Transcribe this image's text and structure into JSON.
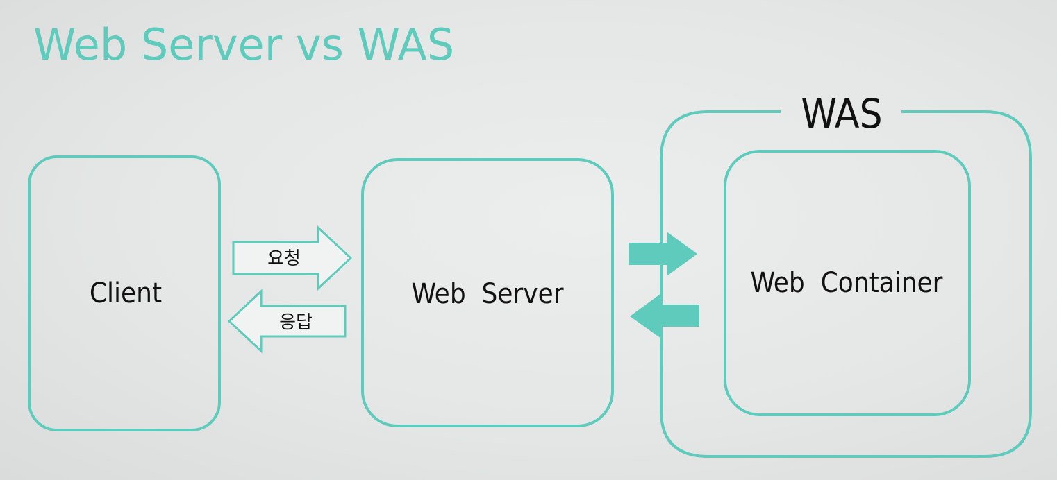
{
  "title": "Web Server vs WAS",
  "nodes": {
    "client": "Client",
    "web_server": "Web  Server",
    "was": "WAS",
    "web_container": "Web  Container"
  },
  "arrows": {
    "request": "요청",
    "response": "응답"
  },
  "colors": {
    "accent": "#5ecbbd",
    "text": "#111111",
    "background": "#e6e9e8"
  }
}
